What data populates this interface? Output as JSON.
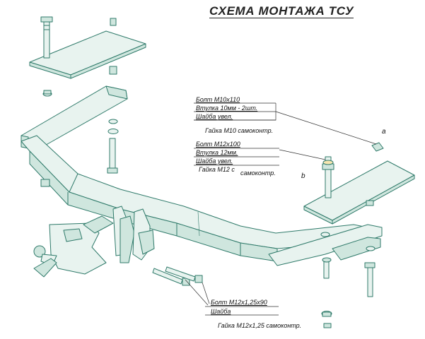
{
  "title": "СХЕМА МОНТАЖА ТСУ",
  "callout_right_1": {
    "line1": "Болт М10х110",
    "line2": "Втулка 10мм - 2шт.",
    "line3": "Шайба увел.",
    "line4": "Гайка М10  самоконтр."
  },
  "callout_right_2": {
    "line1": "Болт М12х100",
    "line2": "Втулка 12мм.",
    "line3": "Шайба увел.",
    "line4": "Гайка М12 с",
    "line4b": "самоконтр."
  },
  "callout_bottom": {
    "line1": "Болт М12х1,25х90",
    "line2": "Шайба",
    "line3": "Гайка М12х1,25  самоконтр."
  },
  "marker_a": "a",
  "marker_b": "b",
  "colors": {
    "line": "#2f7a6a",
    "fill": "#e8f3ef",
    "shade": "#cfe6de",
    "ink": "#111111"
  }
}
